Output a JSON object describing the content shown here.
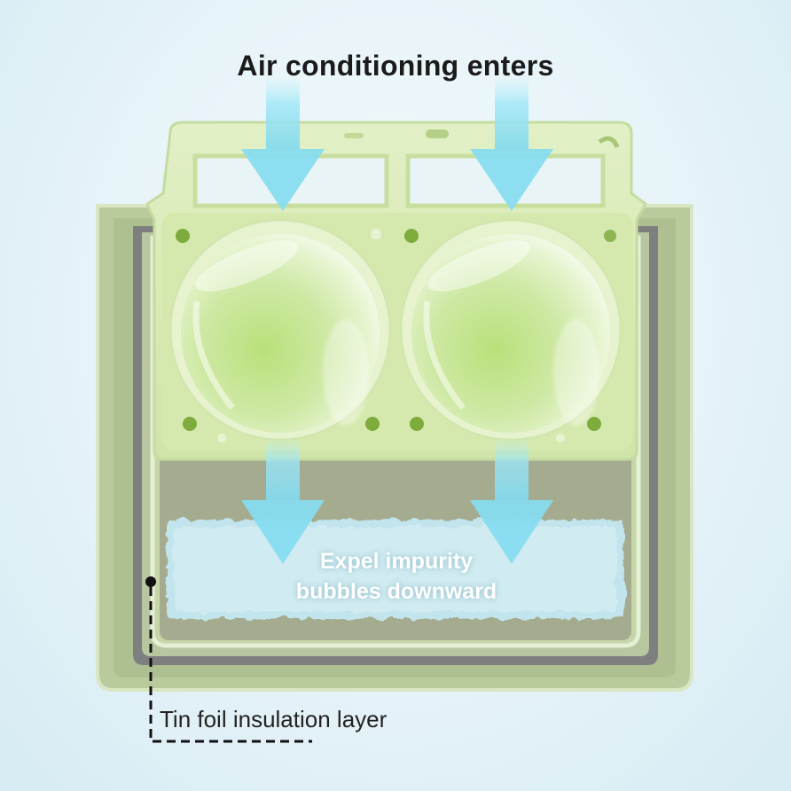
{
  "labels": {
    "top": "Air conditioning enters",
    "bubbles_line1": "Expel impurity",
    "bubbles_line2": "bubbles downward",
    "foil": "Tin foil insulation layer"
  },
  "colors": {
    "background": "#e6f3f8",
    "outer_shell": "#b7c99a",
    "inner_well": "#a3ad8e",
    "foil_layer": "#7e7e7e",
    "tray": "#d6ebb4",
    "arrow": "#8fe0f2",
    "water": "#bfe3ec"
  },
  "icons": [
    "down-arrow-icon",
    "ice-sphere-icon",
    "callout-dot-icon"
  ]
}
